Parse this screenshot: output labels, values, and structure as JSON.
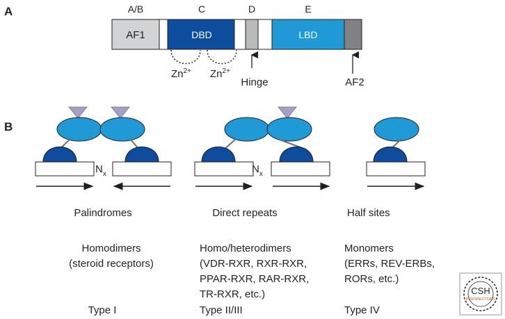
{
  "panel_a": {
    "letter": "A",
    "domain_headers": [
      "A/B",
      "C",
      "D",
      "E"
    ],
    "segments": [
      {
        "label": "AF1",
        "color": "#d1d3d4"
      },
      {
        "label": "",
        "color": "#ffffff"
      },
      {
        "label": "DBD",
        "color": "#0e4c9e"
      },
      {
        "label": "",
        "color": "#ffffff"
      },
      {
        "label": "",
        "color": "#b8babc"
      },
      {
        "label": "",
        "color": "#ffffff"
      },
      {
        "label": "LBD",
        "color": "#1f9ad6"
      },
      {
        "label": "",
        "color": "#808285"
      }
    ],
    "zn1": {
      "base": "Zn",
      "sup": "2+"
    },
    "zn2": {
      "base": "Zn",
      "sup": "2+"
    },
    "hinge": "Hinge",
    "af2": "AF2"
  },
  "panel_b": {
    "letter": "B",
    "spacer": {
      "base": "N",
      "sub": "x"
    },
    "groups": [
      {
        "name": "Palindromes",
        "dimer": "Homodimers",
        "detail": [
          "(steroid receptors)"
        ],
        "type": "Type I"
      },
      {
        "name": "Direct repeats",
        "dimer": "Homo/heterodimers",
        "detail": [
          "(VDR-RXR, RXR-RXR,",
          "PPAR-RXR, RAR-RXR,",
          "TR-RXR, etc.)"
        ],
        "type": "Type II/III"
      },
      {
        "name": "Half sites",
        "dimer": "Monomers",
        "detail": [
          "(ERRs, REV-ERBs,",
          "RORs, etc.)"
        ],
        "type": "Type IV"
      }
    ]
  },
  "logo": {
    "text": "CSH",
    "subtext": "PERSPECTIVES"
  },
  "colors": {
    "dbd_dark": "#0e4c9e",
    "lbd_light": "#1f9ad6",
    "ligand": "#a7a0c4",
    "ink": "#231f20"
  }
}
